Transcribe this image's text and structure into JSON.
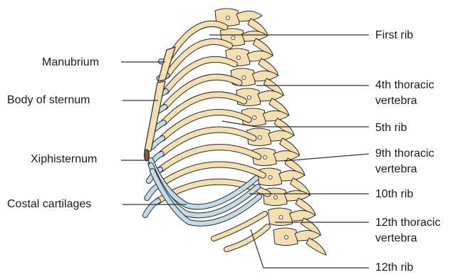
{
  "labels": {
    "manubrium": "Manubrium",
    "body_of_sternum": "Body of sternum",
    "xiphisternum": "Xiphisternum",
    "costal_cartilages": "Costal cartilages",
    "first_rib": "First rib",
    "fourth_thoracic_vertebra": [
      "4th thoracic",
      "vertebra"
    ],
    "fifth_rib": "5th rib",
    "ninth_thoracic_vertebra": [
      "9th thoracic",
      "vertebra"
    ],
    "tenth_rib": "10th rib",
    "twelfth_thoracic_vertebra": [
      "12th thoracic",
      "vertebra"
    ],
    "twelfth_rib": "12th rib"
  },
  "colors": {
    "bone": "#f3dfb0",
    "cartilage": "#c3dbe7",
    "outline": "#2a2a2a",
    "leader": "#333333"
  }
}
